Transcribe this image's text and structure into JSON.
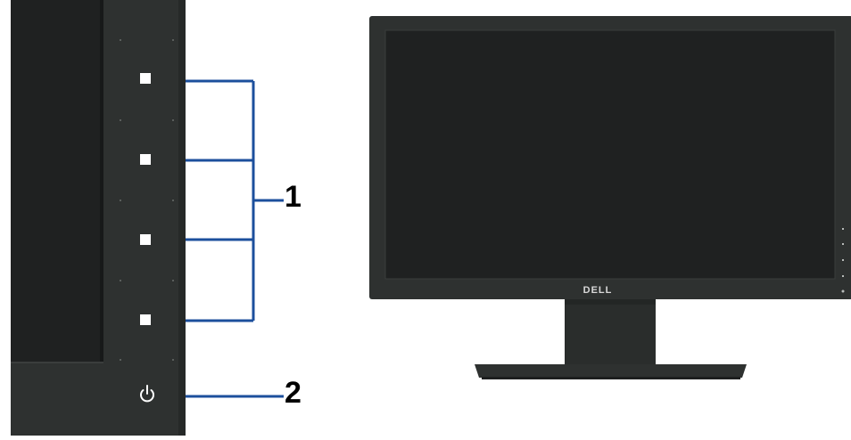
{
  "callouts": [
    {
      "number": "1"
    },
    {
      "number": "2"
    }
  ],
  "monitor": {
    "brand": "DELL"
  },
  "icons": {
    "front_buttons": [
      "square-button-icon",
      "square-button-icon",
      "square-button-icon",
      "square-button-icon"
    ],
    "power": "power-icon"
  },
  "colors": {
    "callout_line": "#1c4f9c",
    "bezel": "#2e3130",
    "screen": "#1f2121",
    "button": "#ffffff"
  }
}
